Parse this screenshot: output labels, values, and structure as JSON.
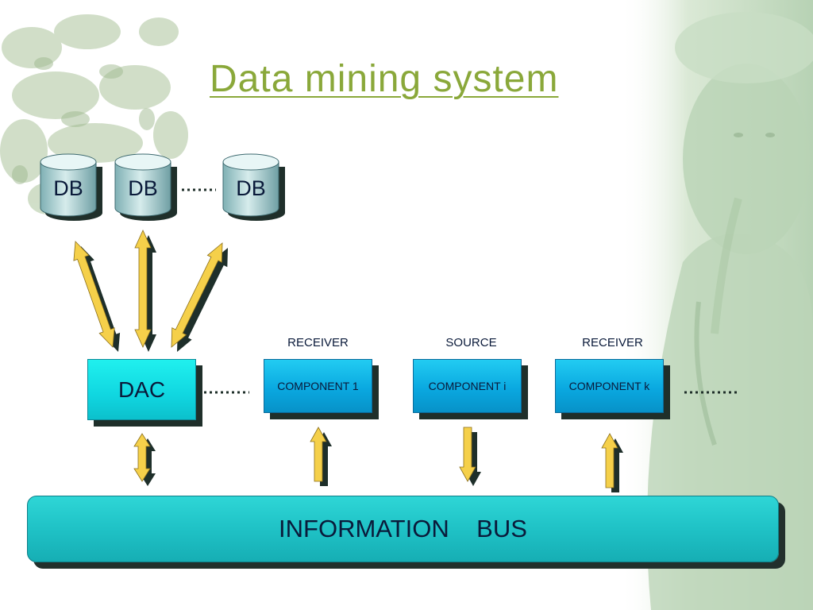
{
  "slide": {
    "title": "Data mining system"
  },
  "databases": [
    {
      "label": "DB"
    },
    {
      "label": "DB"
    },
    {
      "label": "DB"
    }
  ],
  "components": {
    "dac": {
      "label": "DAC"
    },
    "component_1": {
      "label": "COMPONENT 1",
      "role": "RECEIVER"
    },
    "component_i": {
      "label": "COMPONENT i",
      "role": "SOURCE"
    },
    "component_k": {
      "label": "COMPONENT k",
      "role": "RECEIVER"
    }
  },
  "bus": {
    "label": "INFORMATION    BUS"
  },
  "colors": {
    "title": "#8aa83a",
    "arrow_fill": "#f5d04a",
    "arrow_shadow": "#1e2f2a",
    "component_fill": "#0aa8e0",
    "dac_fill": "#10d6e0",
    "bus_fill": "#1fc2c6",
    "db_fill": "#9ec9cc"
  }
}
